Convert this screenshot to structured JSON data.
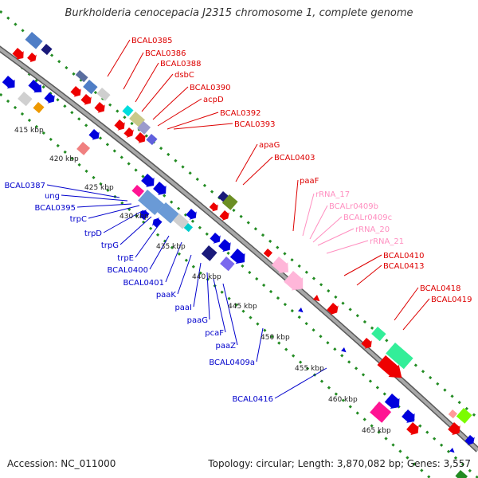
{
  "title": "Burkholderia cenocepacia J2315 chromosome 1, complete genome",
  "accession": "Accession: NC_011000",
  "topology": "Topology: circular; Length: 3,870,082 bp; Genes: 3,557",
  "scale_ticks": [
    "415 kbp",
    "420 kbp",
    "425 kbp",
    "430 kbp",
    "435 kbp",
    "440 kbp",
    "445 kbp",
    "450 kbp",
    "455 kbp",
    "460 kbp",
    "465 kbp"
  ],
  "labels_upper": [
    "BCAL0385",
    "BCAL0386",
    "BCAL0388",
    "dsbC",
    "BCAL0390",
    "acpD",
    "BCAL0392",
    "BCAL0393",
    "apaG",
    "BCAL0403",
    "paaF",
    "BCAL0410",
    "BCAL0413",
    "BCAL0418",
    "BCAL0419"
  ],
  "labels_rna": [
    "rRNA_17",
    "BCALr0409b",
    "BCALr0409c",
    "rRNA_20",
    "rRNA_21"
  ],
  "labels_lower": [
    "BCAL0387",
    "ung",
    "BCAL0395",
    "trpC",
    "trpD",
    "trpG",
    "trpE",
    "BCAL0400",
    "BCAL0401",
    "paaK",
    "paaI",
    "paaG",
    "pcaF",
    "paaZ",
    "BCAL0409a",
    "BCAL0416"
  ],
  "colors": {
    "backbone": "#8a8a8a",
    "dots": "#228b22",
    "upper_label": "#dd0000",
    "rna_label": "#ff8fc0",
    "lower_label": "#0000cc"
  }
}
